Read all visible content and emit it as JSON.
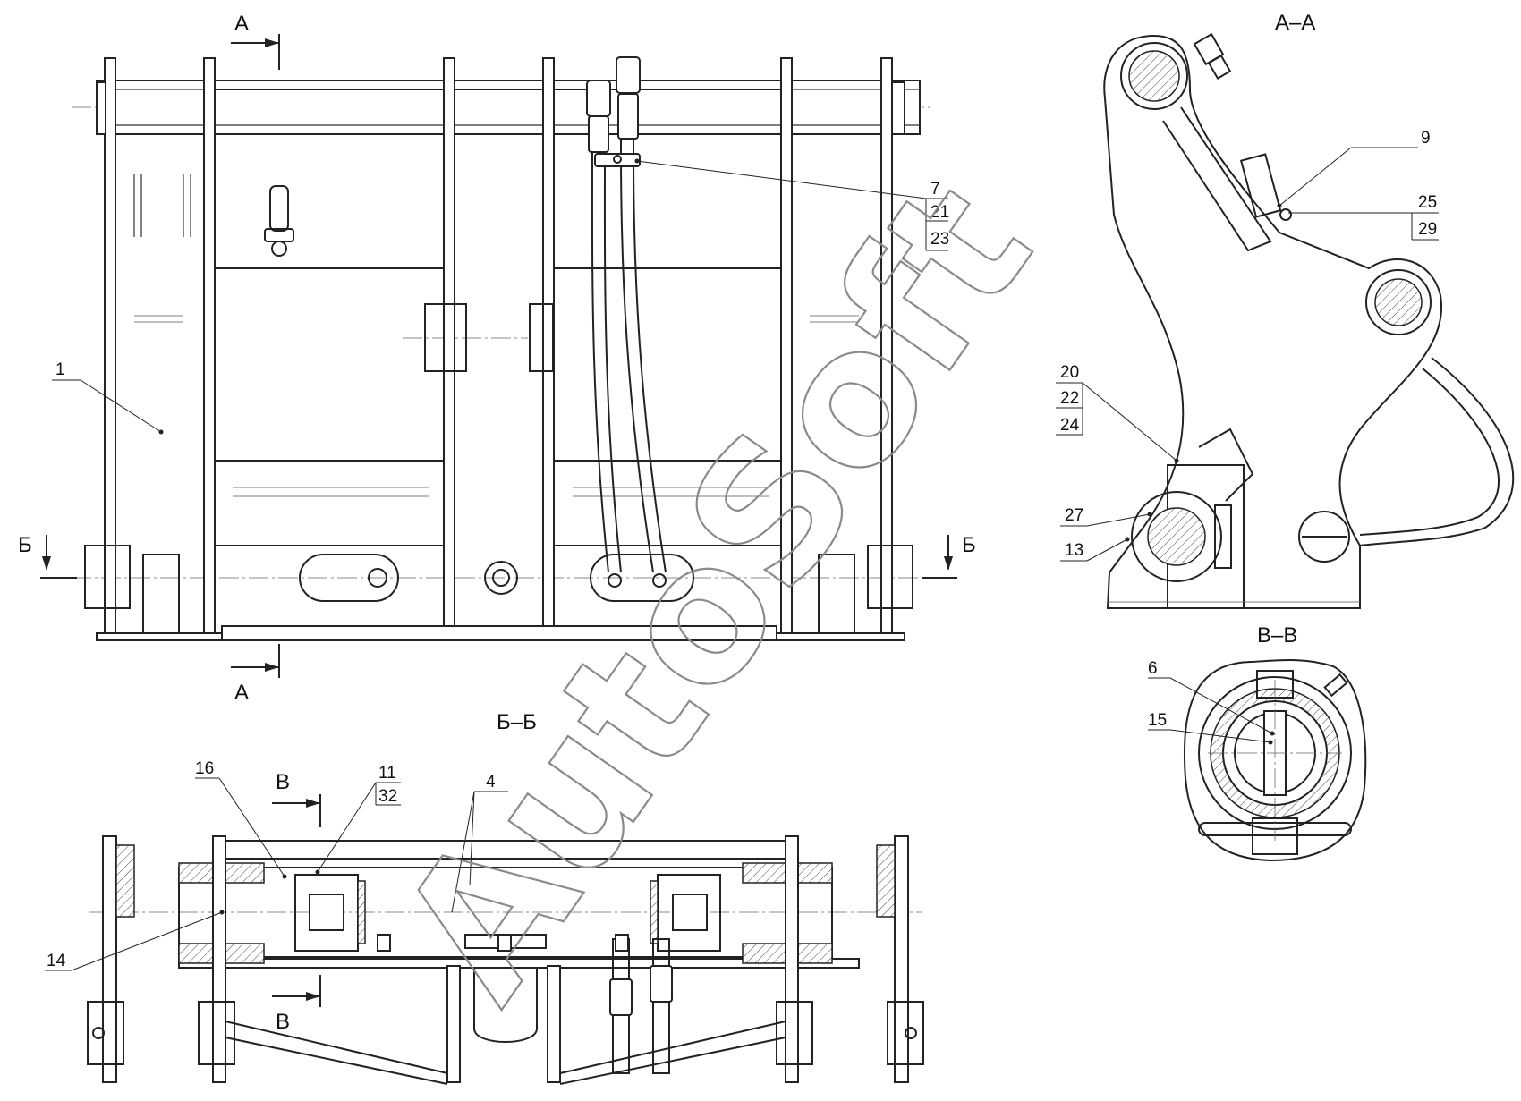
{
  "watermark": "AutoSoft",
  "sections": {
    "a_top": "А",
    "a_bottom": "А",
    "b_left": "Б",
    "b_right": "Б",
    "aa_title": "А–А",
    "bb_title": "Б–Б",
    "vv_title": "В–В",
    "v_top": "В",
    "v_bottom": "В"
  },
  "callouts": {
    "c1": "1",
    "c7": "7",
    "c21": "21",
    "c23": "23",
    "c9": "9",
    "c25": "25",
    "c29": "29",
    "c20": "20",
    "c22": "22",
    "c24": "24",
    "c27": "27",
    "c13": "13",
    "c6": "6",
    "c15": "15",
    "c16": "16",
    "c11": "11",
    "c32": "32",
    "c4": "4",
    "c14": "14"
  }
}
